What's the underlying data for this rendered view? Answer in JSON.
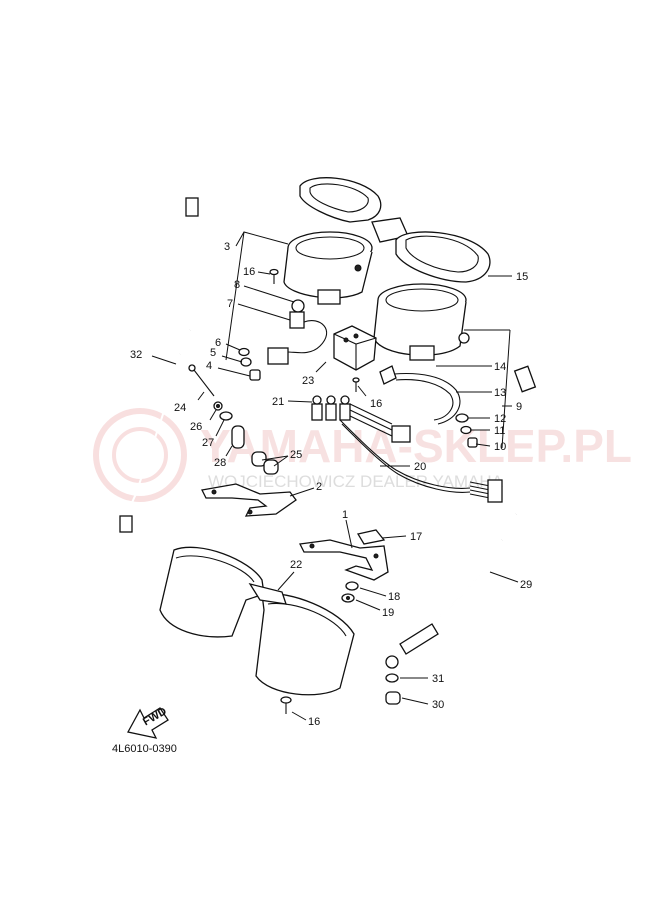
{
  "diagram": {
    "code": "4L6010-0390",
    "watermark": {
      "main": "YAMAHA-SKLEP.PL",
      "sub": "WOJCIECHOWICZ DEALER YAMAHA"
    },
    "fwd_label": "FWD",
    "callouts": {
      "c1": "1",
      "c2": "2",
      "c3": "3",
      "c4": "4",
      "c5": "5",
      "c6": "6",
      "c7": "7",
      "c8": "8",
      "c9": "9",
      "c10": "10",
      "c11": "11",
      "c12": "12",
      "c13": "13",
      "c14": "14",
      "c15": "15",
      "c16a": "16",
      "c16b": "16",
      "c16c": "16",
      "c17": "17",
      "c18": "18",
      "c19": "19",
      "c20": "20",
      "c21": "21",
      "c22": "22",
      "c23": "23",
      "c24": "24",
      "c25": "25",
      "c26": "26",
      "c27": "27",
      "c28": "28",
      "c29": "29",
      "c30": "30",
      "c31": "31",
      "c32": "32"
    }
  }
}
